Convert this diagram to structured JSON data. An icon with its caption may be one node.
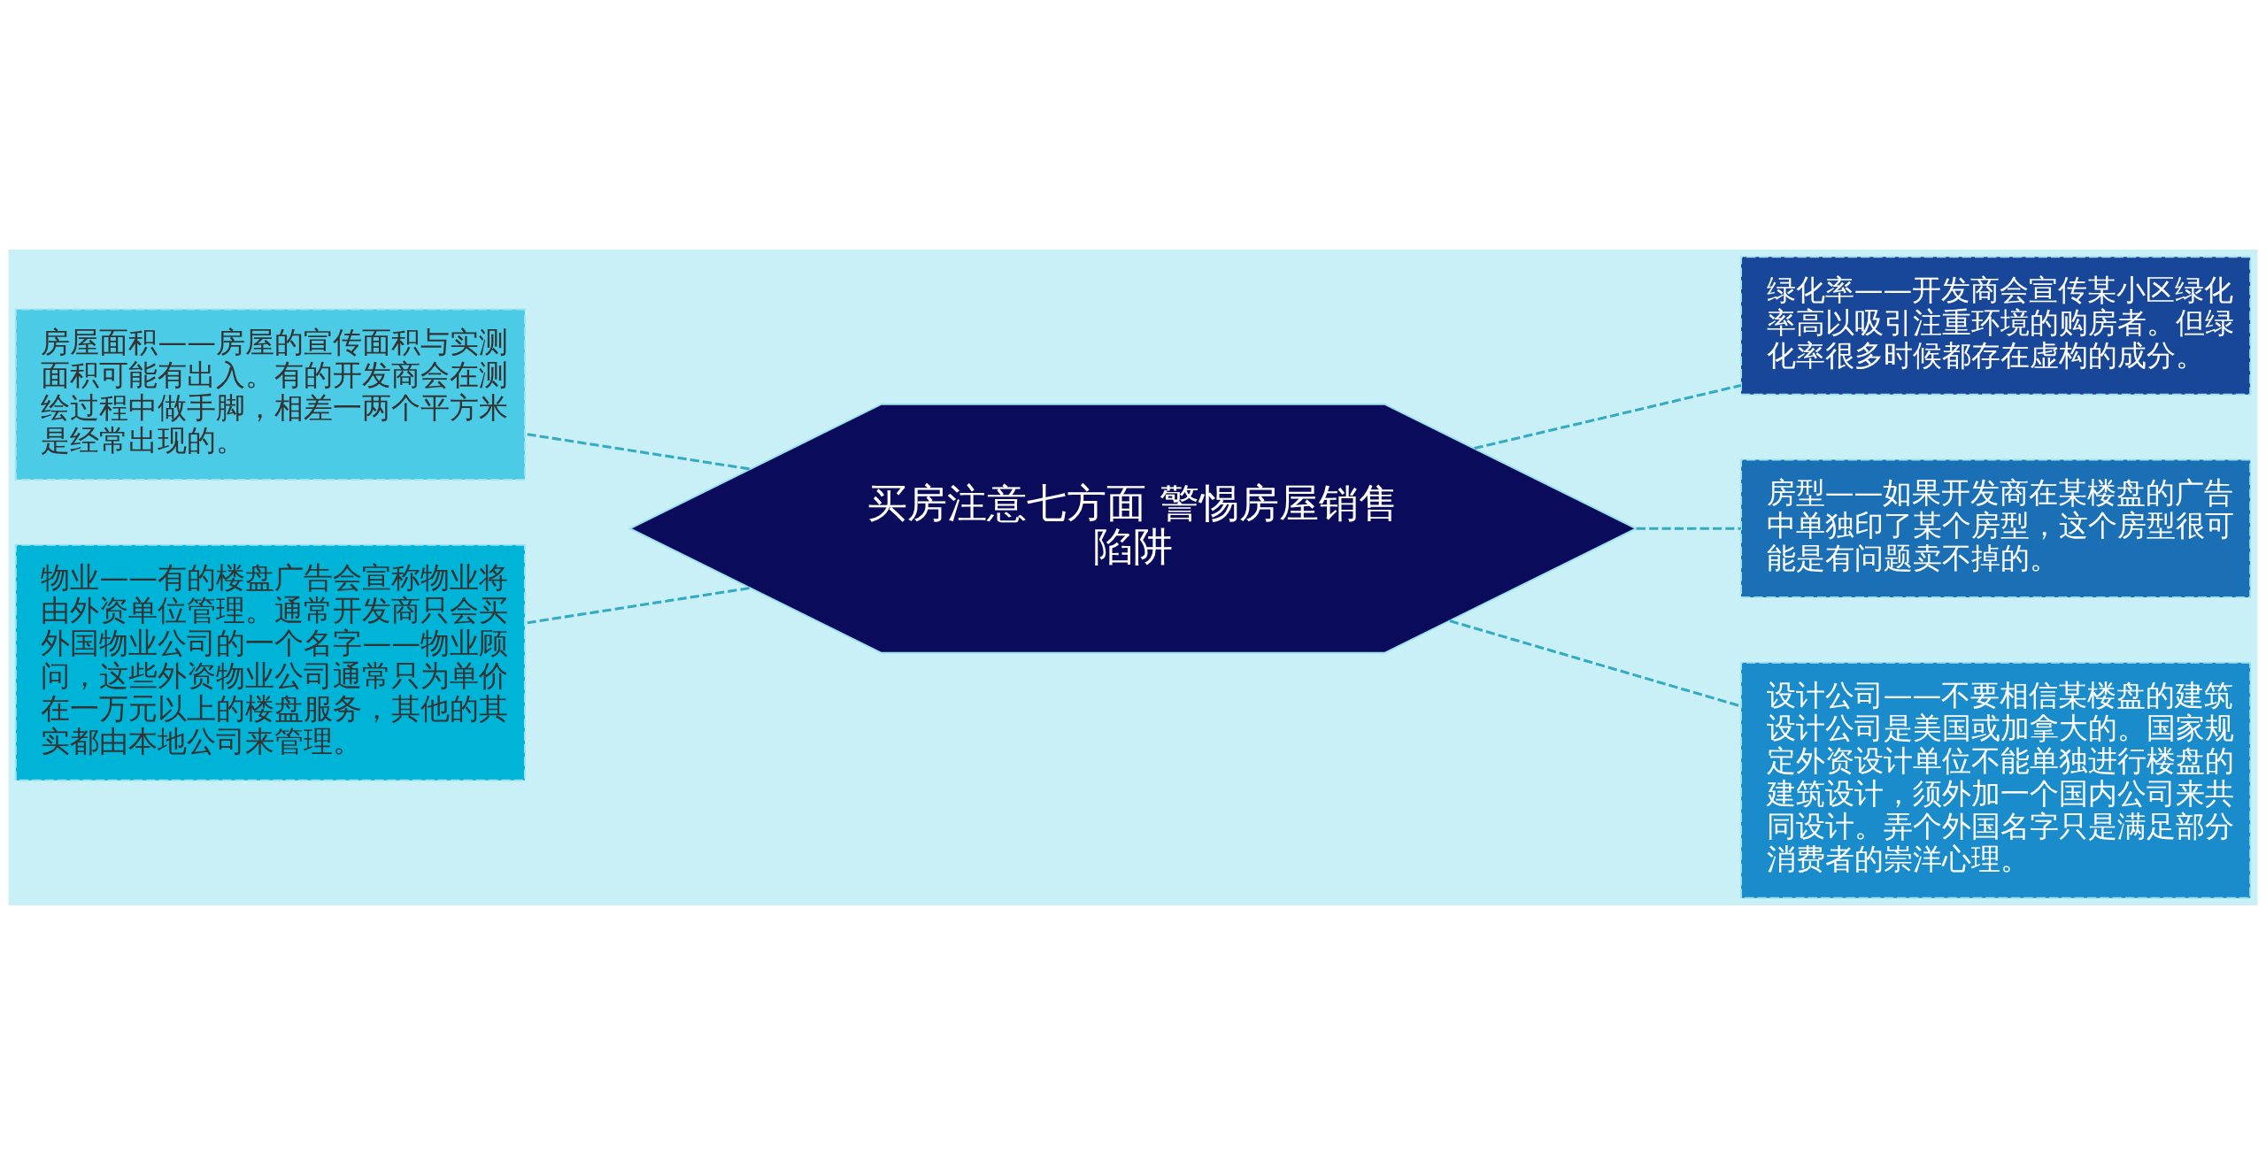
{
  "diagram": {
    "nodes": [
      {
        "text": [
          "买房注意七方面 警惕房屋销售陷阱"
        ]
      },
      {
        "text": [
          "房屋面积——房屋的宣传面积与实测面积可能有出入。有的开发商会在测绘过程中做手脚，相差一两个平方米是经常出现的。"
        ]
      },
      {
        "text": [
          "物业——有的楼盘广告会宣称物业将由外资单位管理。通常开发商只会买外国物业公司的一个名字——物业顾问，这些外资物业公司通常只为单价在一万元以上的楼盘服务，其他的其实都由本地公司来管理。"
        ]
      },
      {
        "text": [
          "绿化率——开发商会宣传某小区绿化率高以吸引注重环境的购房者。但绿化率很多时候都存在虚构的成分。"
        ]
      },
      {
        "text": [
          "房型——如果开发商在某楼盘的广告中单独印了某个房型，这个房型很可能是有问题卖不掉的。"
        ]
      },
      {
        "text": [
          "设计公司——不要相信某楼盘的建筑设计公司是美国或加拿大的。国家规定外资设计单位不能单独进行楼盘的建筑设计，须外加一个国内公司来共同设计。弄个外国名字只是满足部分消费者的崇洋心理。"
        ]
      }
    ],
    "edges": [
      {
        "from": 0,
        "to": 1,
        "arrow": "none",
        "style": "dashed"
      },
      {
        "from": 0,
        "to": 2,
        "arrow": "none",
        "style": "dashed"
      },
      {
        "from": 0,
        "to": 3,
        "arrow": "none",
        "style": "dashed"
      },
      {
        "from": 0,
        "to": 4,
        "arrow": "none",
        "style": "dashed"
      },
      {
        "from": 0,
        "to": 5,
        "arrow": "none",
        "style": "dashed"
      }
    ]
  }
}
